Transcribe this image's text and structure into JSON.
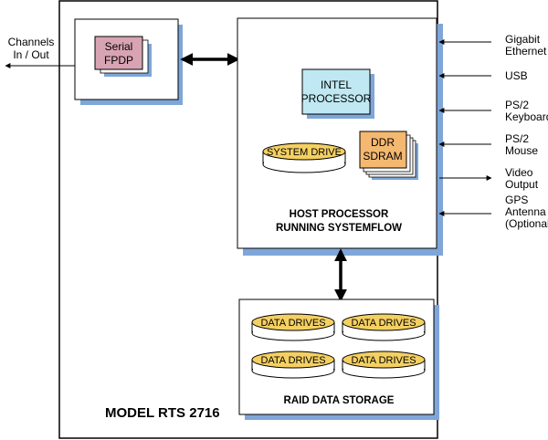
{
  "model": "MODEL RTS 2716",
  "channels": [
    "Channels",
    "In / Out"
  ],
  "fpdp": [
    "Serial",
    "FPDP"
  ],
  "processor": [
    "INTEL",
    "PROCESSOR"
  ],
  "system_drive": "SYSTEM DRIVE",
  "sdram": [
    "DDR",
    "SDRAM"
  ],
  "host": [
    "HOST PROCESSOR",
    "RUNNING SYSTEMFLOW"
  ],
  "data_drives": [
    "DATA DRIVES",
    "DATA DRIVES",
    "DATA DRIVES",
    "DATA DRIVES"
  ],
  "raid": "RAID DATA STORAGE",
  "io_ports": [
    [
      "Gigabit",
      "Ethernet"
    ],
    [
      "USB"
    ],
    [
      "PS/2",
      "Keyboard"
    ],
    [
      "PS/2",
      "Mouse"
    ],
    [
      "Video",
      "Output"
    ],
    [
      "GPS",
      "Antenna",
      "(Optional)"
    ]
  ],
  "colors": {
    "shadow": "#7ea6d8",
    "fpdp": "#d8a4b4",
    "processor": "#bfe8f2",
    "drive": "#f4d062",
    "sdram": "#f4b870"
  }
}
